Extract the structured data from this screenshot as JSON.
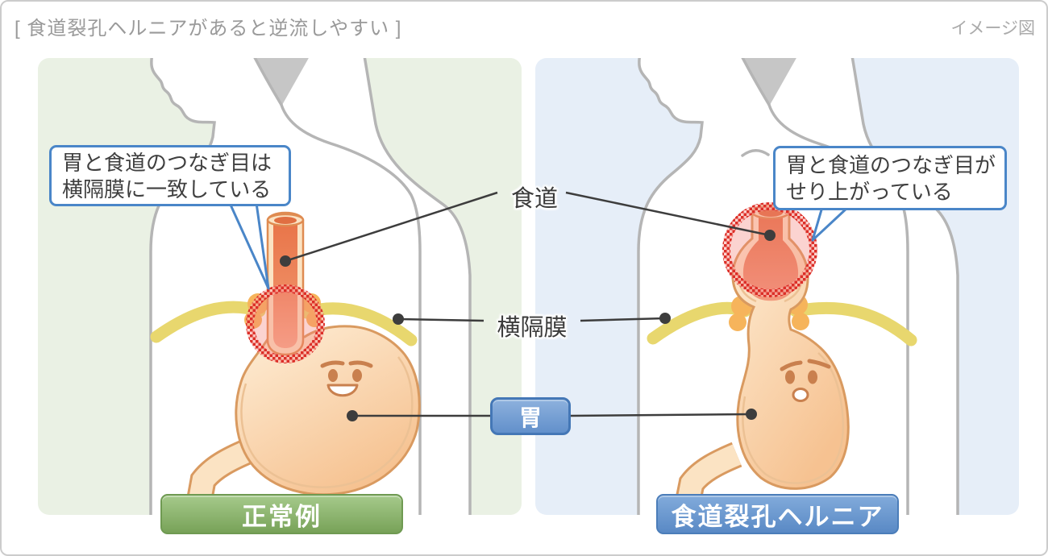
{
  "header": {
    "title": "[ 食道裂孔ヘルニアがあると逆流しやすい ]",
    "note": "イメージ図"
  },
  "center_labels": {
    "esophagus": "食道",
    "diaphragm": "横隔膜",
    "stomach": "胃"
  },
  "left_panel": {
    "callout_line1": "胃と食道のつなぎ目は",
    "callout_line2": "横隔膜に一致している",
    "caption": "正常例"
  },
  "right_panel": {
    "callout_line1": "胃と食道のつなぎ目が",
    "callout_line2": "せり上がっている",
    "caption": "食道裂孔ヘルニア"
  },
  "colors": {
    "accent_blue": "#4a86c8",
    "panel_green": "#eaf1e4",
    "panel_blue": "#e6eef8",
    "highlight_red": "#dc2f28",
    "diaphragm_yellow": "#e8d76e",
    "organ_outline": "#d99a60",
    "organ_fill_light": "#feefd8",
    "caption_green": "#78a258",
    "caption_hernia_blue": "#5989c5",
    "stomach_badge_blue": "#6290cb",
    "body_outline_gray": "#b5b5b5",
    "title_gray": "#9a9a9a"
  }
}
